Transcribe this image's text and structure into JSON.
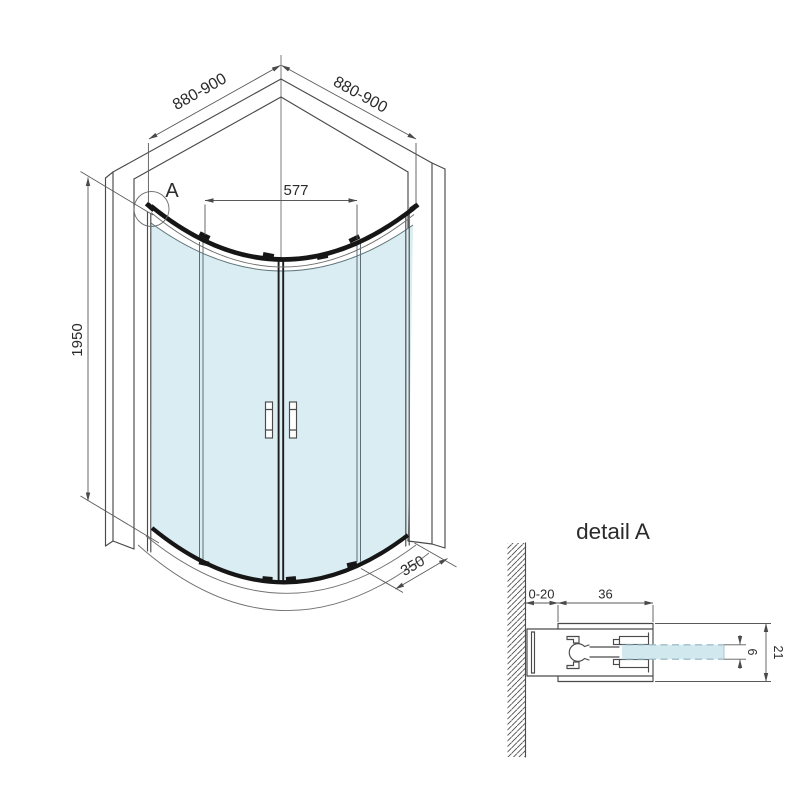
{
  "drawing": {
    "main_view": {
      "detail_label": "A",
      "dim_width_left": "880-900",
      "dim_width_right": "880-900",
      "dim_door_width": "577",
      "dim_height": "1950",
      "dim_side": "350"
    },
    "detail_view": {
      "title": "detail A",
      "dim_wall_gap": "0-20",
      "dim_profile_width": "36",
      "dim_glass_thickness": "6",
      "dim_profile_depth": "21"
    },
    "colors": {
      "glass": "#d9edf2",
      "glass_detail": "#d2e8ef",
      "outline": "#4a4a4a",
      "dimension": "#5a5a5a",
      "dark_rail": "#161616",
      "text": "#2b2b2b",
      "background": "#ffffff"
    }
  }
}
